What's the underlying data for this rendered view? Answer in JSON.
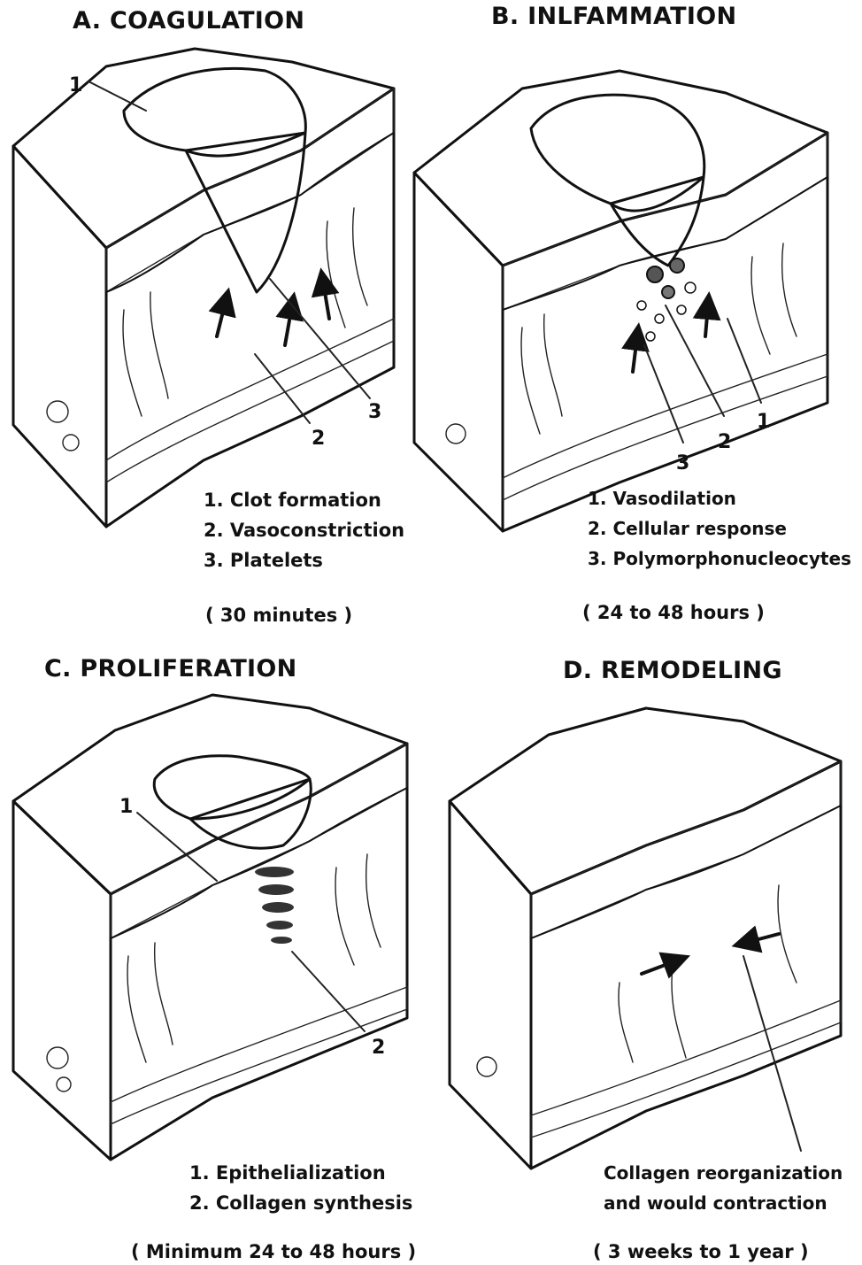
{
  "panels": {
    "a": {
      "title": "A. COAGULATION",
      "legend": [
        "1. Clot formation",
        "2. Vasoconstriction",
        "3. Platelets"
      ],
      "duration": "( 30 minutes )",
      "callouts": [
        "1",
        "2",
        "3"
      ]
    },
    "b": {
      "title": "B. INLFAMMATION",
      "legend": [
        "1. Vasodilation",
        "2. Cellular response",
        "3. Polymorphonucleocytes"
      ],
      "duration": "( 24 to 48 hours )",
      "callouts": [
        "1",
        "2",
        "3"
      ]
    },
    "c": {
      "title": "C. PROLIFERATION",
      "legend": [
        "1. Epithelialization",
        "2. Collagen synthesis"
      ],
      "duration": "( Minimum 24 to 48 hours )",
      "callouts": [
        "1",
        "2"
      ]
    },
    "d": {
      "title": "D. REMODELING",
      "legend": [
        "Collagen reorganization",
        "and would contraction"
      ],
      "duration": "( 3 weeks to 1 year )"
    }
  }
}
